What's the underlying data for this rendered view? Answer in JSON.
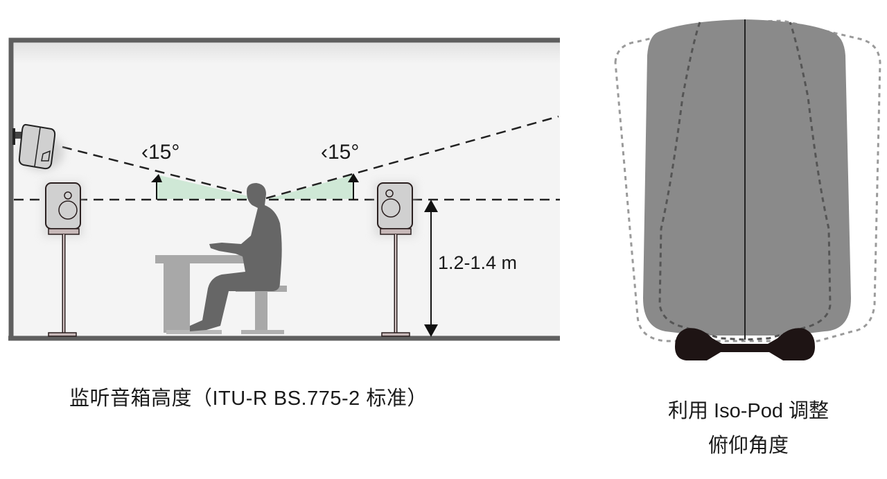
{
  "left_diagram": {
    "angle_left": "‹15°",
    "angle_right": "‹15°",
    "height_range": "1.2-1.4 m",
    "caption": "监听音箱高度（ITU-R BS.775-2 标准）"
  },
  "right_diagram": {
    "caption_line1": "利用 Iso-Pod 调整",
    "caption_line2": "俯仰角度"
  },
  "colors": {
    "room_wall": "#5f5f5f",
    "room_bg": "#f4f4f4",
    "angle_fill": "#cfe8d6",
    "silhouette": "#666666",
    "furniture": "#a8a8a8",
    "speaker_body": "#d0d0d0",
    "speaker_side_body": "#8a8a8a",
    "isopod": "#1e1414"
  }
}
